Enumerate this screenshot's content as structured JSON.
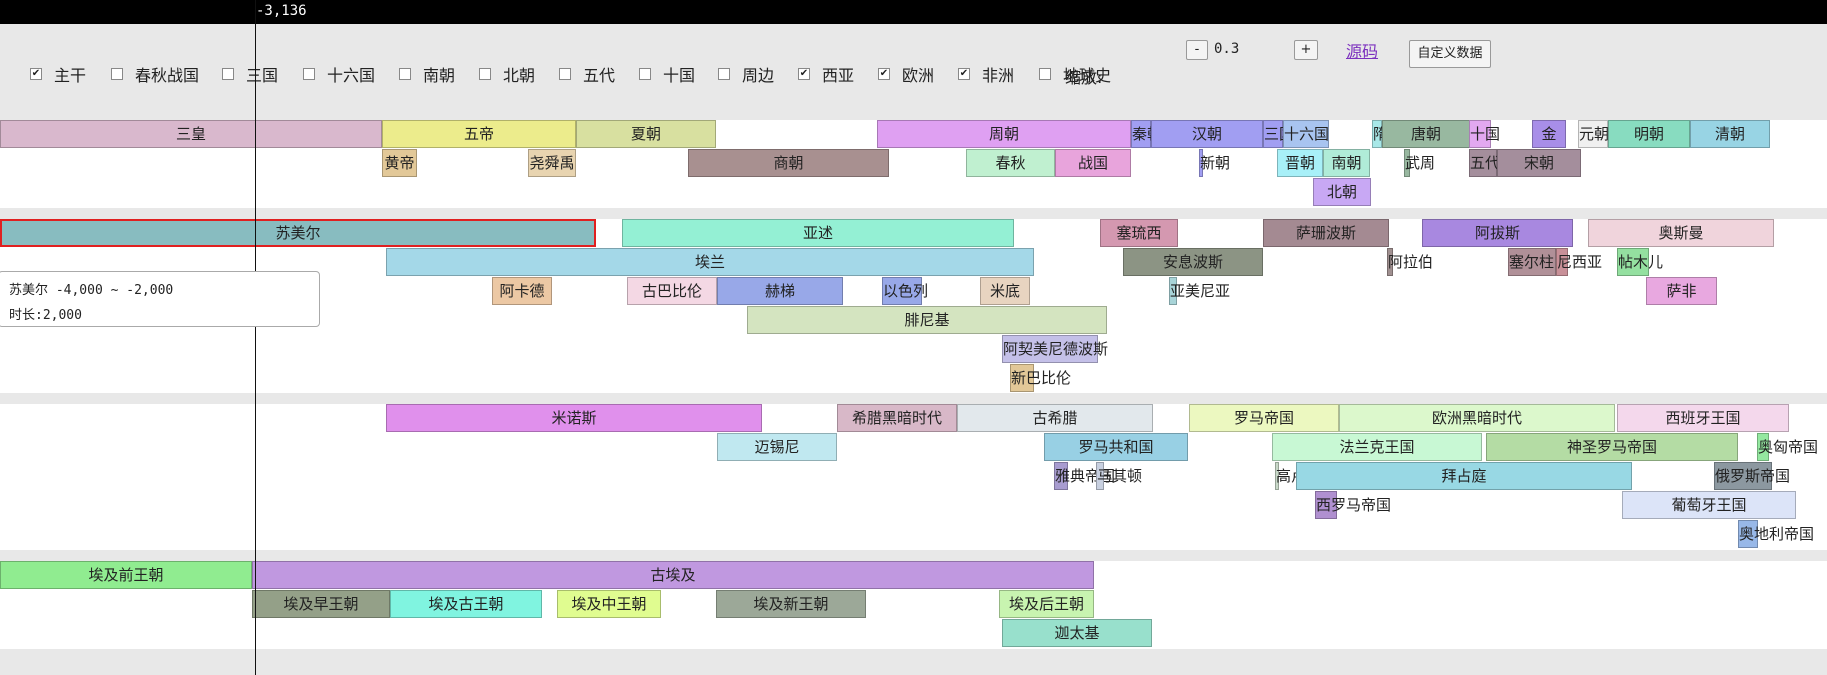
{
  "cursor_readout": "-3,136",
  "checkboxes": [
    {
      "label": "主干",
      "checked": true
    },
    {
      "label": "春秋战国",
      "checked": false
    },
    {
      "label": "三国",
      "checked": false
    },
    {
      "label": "十六国",
      "checked": false
    },
    {
      "label": "南朝",
      "checked": false
    },
    {
      "label": "北朝",
      "checked": false
    },
    {
      "label": "五代",
      "checked": false
    },
    {
      "label": "十国",
      "checked": false
    },
    {
      "label": "周边",
      "checked": false
    },
    {
      "label": "西亚",
      "checked": true
    },
    {
      "label": "欧洲",
      "checked": true
    },
    {
      "label": "非洲",
      "checked": true
    },
    {
      "label": "地球史",
      "checked": false
    }
  ],
  "zoom": {
    "label": "缩放:",
    "minus": "-",
    "value": "0.3",
    "plus": "+"
  },
  "source_link": "源码",
  "custom_data_button": "自定义数据",
  "check_mark": "✔",
  "tooltip": {
    "line1": "苏美尔 -4,000 ~ -2,000",
    "line2": "时长:2,000"
  },
  "colors": {
    "selected_border": "#e02020",
    "cursor_line": "#111111"
  },
  "timeline_bars": [
    {
      "label": "三皇",
      "color": "#d9b8cd"
    },
    {
      "label": "五帝",
      "color": "#ecec8c"
    },
    {
      "label": "夏朝",
      "color": "#d8e0a0"
    },
    {
      "label": "周朝",
      "color": "#dfa0f2"
    },
    {
      "label": "秦朝",
      "color": "#a19ef2"
    },
    {
      "label": "汉朝",
      "color": "#a19ef2"
    },
    {
      "label": "三国",
      "color": "#a19ef2"
    },
    {
      "label": "十六国",
      "color": "#a8c4f0"
    },
    {
      "label": "隋朝",
      "color": "#a8e8e8"
    },
    {
      "label": "唐朝",
      "color": "#98b8a0"
    },
    {
      "label": "十国",
      "color": "#e2a8f0"
    },
    {
      "label": "金",
      "color": "#a88ee8"
    },
    {
      "label": "元朝",
      "color": "#f0f0f0"
    },
    {
      "label": "明朝",
      "color": "#88dcc0"
    },
    {
      "label": "清朝",
      "color": "#98d4e4"
    },
    {
      "label": "黄帝",
      "color": "#e2c898"
    },
    {
      "label": "尧舜禹",
      "color": "#e8d4b0"
    },
    {
      "label": "商朝",
      "color": "#a89090"
    },
    {
      "label": "春秋",
      "color": "#c0f0d0"
    },
    {
      "label": "战国",
      "color": "#e8a4dc"
    },
    {
      "label": "新朝",
      "color": "#a19ef2"
    },
    {
      "label": "晋朝",
      "color": "#a8f0f8"
    },
    {
      "label": "南朝",
      "color": "#b0ecd8"
    },
    {
      "label": "武周",
      "color": "#98b8a0"
    },
    {
      "label": "五代",
      "color": "#a48e9c"
    },
    {
      "label": "宋朝",
      "color": "#a48e9c"
    },
    {
      "label": "北朝",
      "color": "#c8a8f4"
    },
    {
      "label": "苏美尔",
      "color": "#88bcc0"
    },
    {
      "label": "亚述",
      "color": "#94f0d4"
    },
    {
      "label": "塞琉西",
      "color": "#d498b0"
    },
    {
      "label": "萨珊波斯",
      "color": "#a48a92"
    },
    {
      "label": "阿拔斯",
      "color": "#a888e0"
    },
    {
      "label": "奥斯曼",
      "color": "#f0d4dc"
    },
    {
      "label": "埃兰",
      "color": "#a4d8e8"
    },
    {
      "label": "安息波斯",
      "color": "#8c9484"
    },
    {
      "label": "阿拉伯",
      "color": "#a09090"
    },
    {
      "label": "塞尔柱",
      "color": "#b09098"
    },
    {
      "label": "尼西亚",
      "color": "#c89098"
    },
    {
      "label": "帖木儿",
      "color": "#94e0a0"
    },
    {
      "label": "阿卡德",
      "color": "#ecc8a4"
    },
    {
      "label": "古巴比伦",
      "color": "#f4d8e4"
    },
    {
      "label": "赫梯",
      "color": "#98a8e8"
    },
    {
      "label": "以色列",
      "color": "#98a8e8"
    },
    {
      "label": "米底",
      "color": "#e8d4c0"
    },
    {
      "label": "亚美尼亚",
      "color": "#a8d4d8"
    },
    {
      "label": "萨非",
      "color": "#e8a8e0"
    },
    {
      "label": "腓尼基",
      "color": "#d4e4c0"
    },
    {
      "label": "阿契美尼德波斯",
      "color": "#c4c0e8"
    },
    {
      "label": "新巴比伦",
      "color": "#e2c898"
    },
    {
      "label": "米诺斯",
      "color": "#e090ec"
    },
    {
      "label": "希腊黑暗时代",
      "color": "#d8b8c8"
    },
    {
      "label": "古希腊",
      "color": "#e2e8ec"
    },
    {
      "label": "罗马帝国",
      "color": "#ecf8c0"
    },
    {
      "label": "欧洲黑暗时代",
      "color": "#dcf8cc"
    },
    {
      "label": "西班牙王国",
      "color": "#f4d8ec"
    },
    {
      "label": "迈锡尼",
      "color": "#c0e8f0"
    },
    {
      "label": "罗马共和国",
      "color": "#98d0e4"
    },
    {
      "label": "法兰克王国",
      "color": "#c8f8d4"
    },
    {
      "label": "神圣罗马帝国",
      "color": "#b4dca4"
    },
    {
      "label": "奥匈帝国",
      "color": "#94e8a0"
    },
    {
      "label": "雅典帝国",
      "color": "#a89cd0"
    },
    {
      "label": "马其顿",
      "color": "#c8d0e0"
    },
    {
      "label": "高卢",
      "color": "#c8d8c8"
    },
    {
      "label": "拜占庭",
      "color": "#98d8e4"
    },
    {
      "label": "俄罗斯帝国",
      "color": "#8c98a0"
    },
    {
      "label": "西罗马帝国",
      "color": "#b090d0"
    },
    {
      "label": "葡萄牙王国",
      "color": "#dce4f8"
    },
    {
      "label": "奥地利帝国",
      "color": "#98b8e8"
    },
    {
      "label": "埃及前王朝",
      "color": "#90ec90"
    },
    {
      "label": "古埃及",
      "color": "#c098e0"
    },
    {
      "label": "埃及早王朝",
      "color": "#94a088"
    },
    {
      "label": "埃及古王朝",
      "color": "#80f4e0"
    },
    {
      "label": "埃及中王朝",
      "color": "#e0fc90"
    },
    {
      "label": "埃及新王朝",
      "color": "#9ca898"
    },
    {
      "label": "埃及后王朝",
      "color": "#c8f4b0"
    },
    {
      "label": "迦太基",
      "color": "#98e0cc"
    }
  ]
}
